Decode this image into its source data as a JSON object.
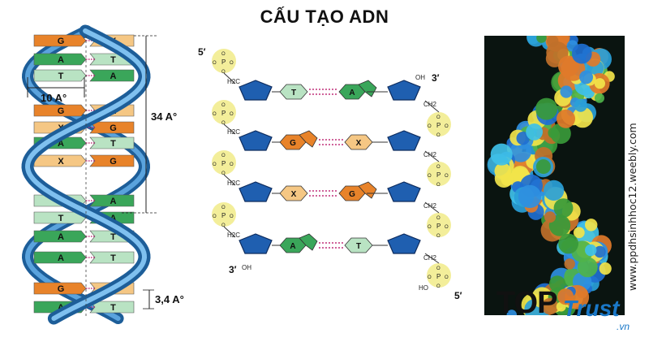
{
  "title": "CẤU TẠO ADN",
  "helix": {
    "width_label": "10 A°",
    "pitch_label": "34 A°",
    "step_label": "3,4 A°",
    "pairs": [
      [
        "G",
        "X"
      ],
      [
        "A",
        "T"
      ],
      [
        "T",
        "A"
      ],
      [
        "G",
        "X"
      ],
      [
        "X",
        "G"
      ],
      [
        "A",
        "T"
      ],
      [
        "X",
        "G"
      ],
      [
        "T",
        "A"
      ],
      [
        "T",
        "A"
      ],
      [
        "A",
        "T"
      ],
      [
        "A",
        "T"
      ],
      [
        "G",
        "X"
      ],
      [
        "A",
        "T"
      ]
    ]
  },
  "chemical": {
    "five_prime_top": "5′",
    "three_prime_top": "3′",
    "three_prime_bottom": "3′",
    "five_prime_bottom": "5′",
    "oh_top": "OH",
    "oh_bottom": "OH",
    "ho_bottom": "HO",
    "ch2": "CH2",
    "h2c": "H2C",
    "phosphate_p": "P",
    "phosphate_o": "O",
    "pairs": [
      [
        "T",
        "A"
      ],
      [
        "G",
        "X"
      ],
      [
        "X",
        "G"
      ],
      [
        "A",
        "T"
      ]
    ]
  },
  "photo": {
    "site_url": "www.ppdhsinhhoc12.weebly.com"
  },
  "logo": {
    "top": "TOP",
    "trust": "Trust",
    "domain": ".vn"
  },
  "colors": {
    "G": "#e8832a",
    "X": "#f5c784",
    "A": "#3aa65a",
    "T": "#b9e3c3",
    "strand": "#2f7fc0",
    "pentose": "#1f5fb0",
    "phosphate": "#f3ee9a"
  }
}
